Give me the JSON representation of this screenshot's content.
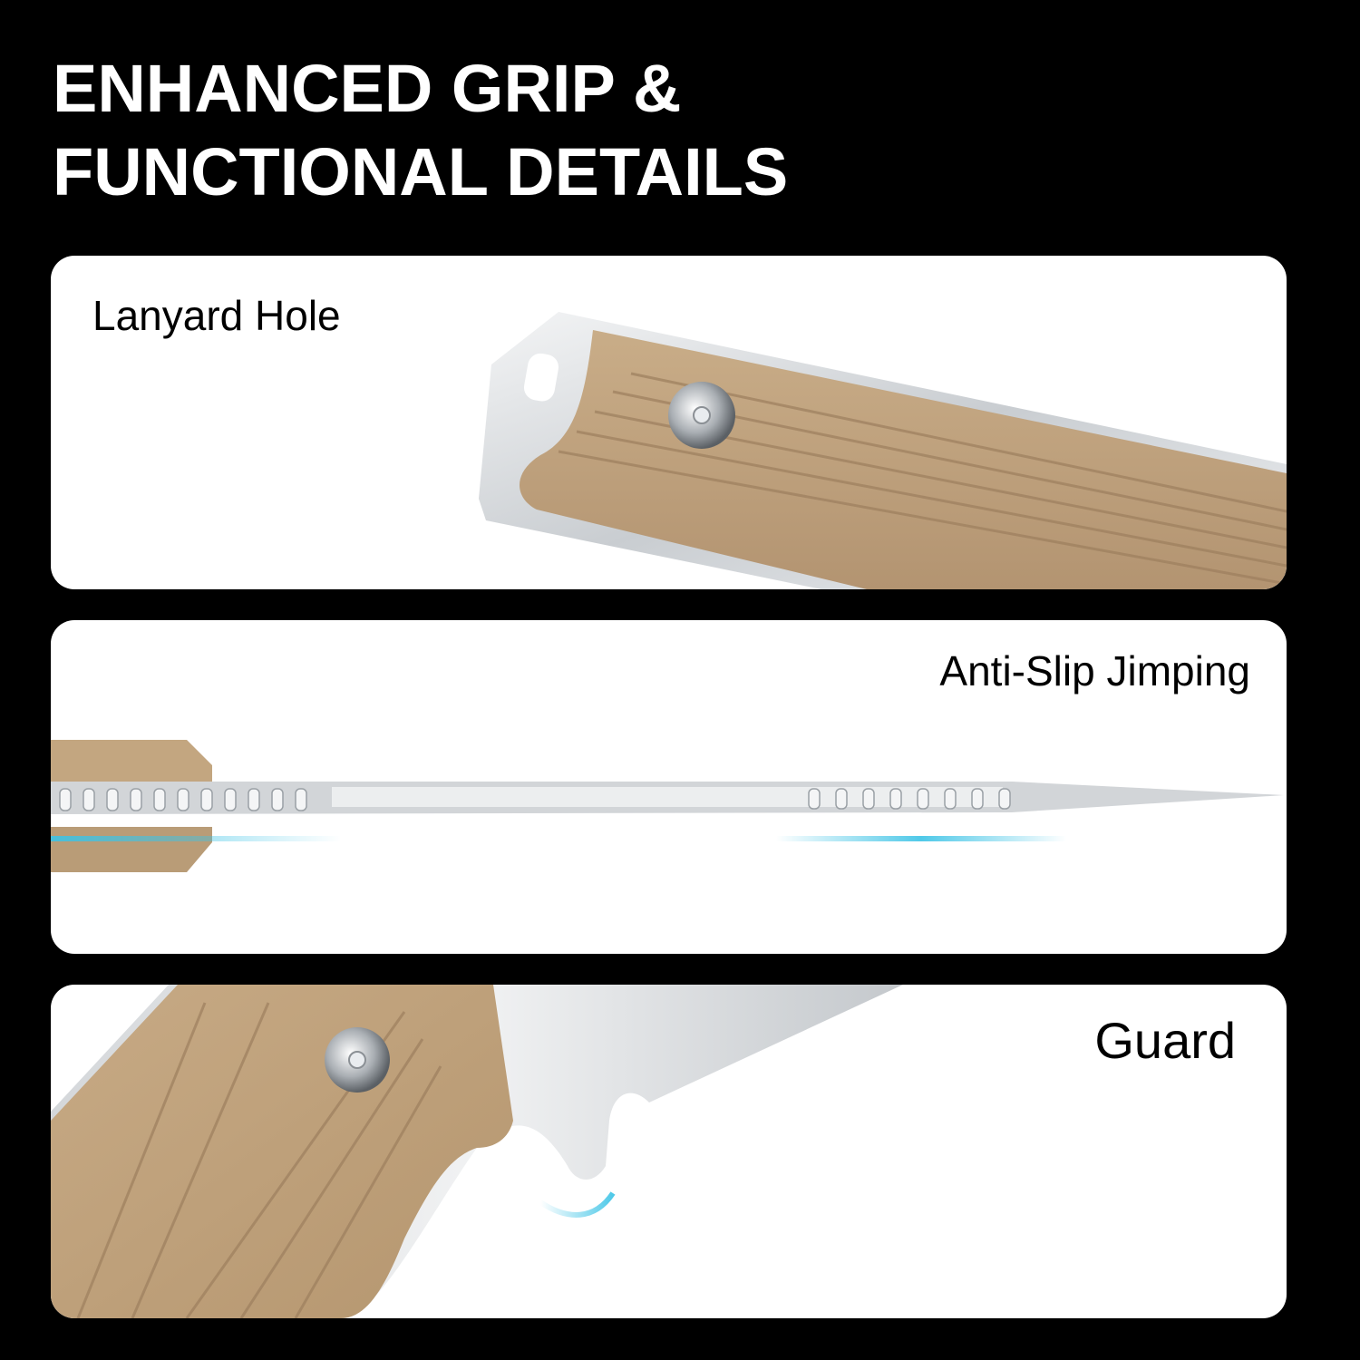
{
  "header": {
    "title_line1": "ENHANCED GRIP &",
    "title_line2": "FUNCTIONAL DETAILS"
  },
  "panels": [
    {
      "label": "Lanyard Hole",
      "image": "knife-pommel-lanyard-hole"
    },
    {
      "label": "Anti-Slip Jimping",
      "image": "knife-spine-jimping"
    },
    {
      "label": "Guard",
      "image": "knife-finger-guard"
    }
  ],
  "colors": {
    "background": "#000000",
    "panel": "#ffffff",
    "handle_tan": "#c2a47e",
    "steel": "#d9dcdf",
    "accent_blue": "#3cc3e6"
  }
}
